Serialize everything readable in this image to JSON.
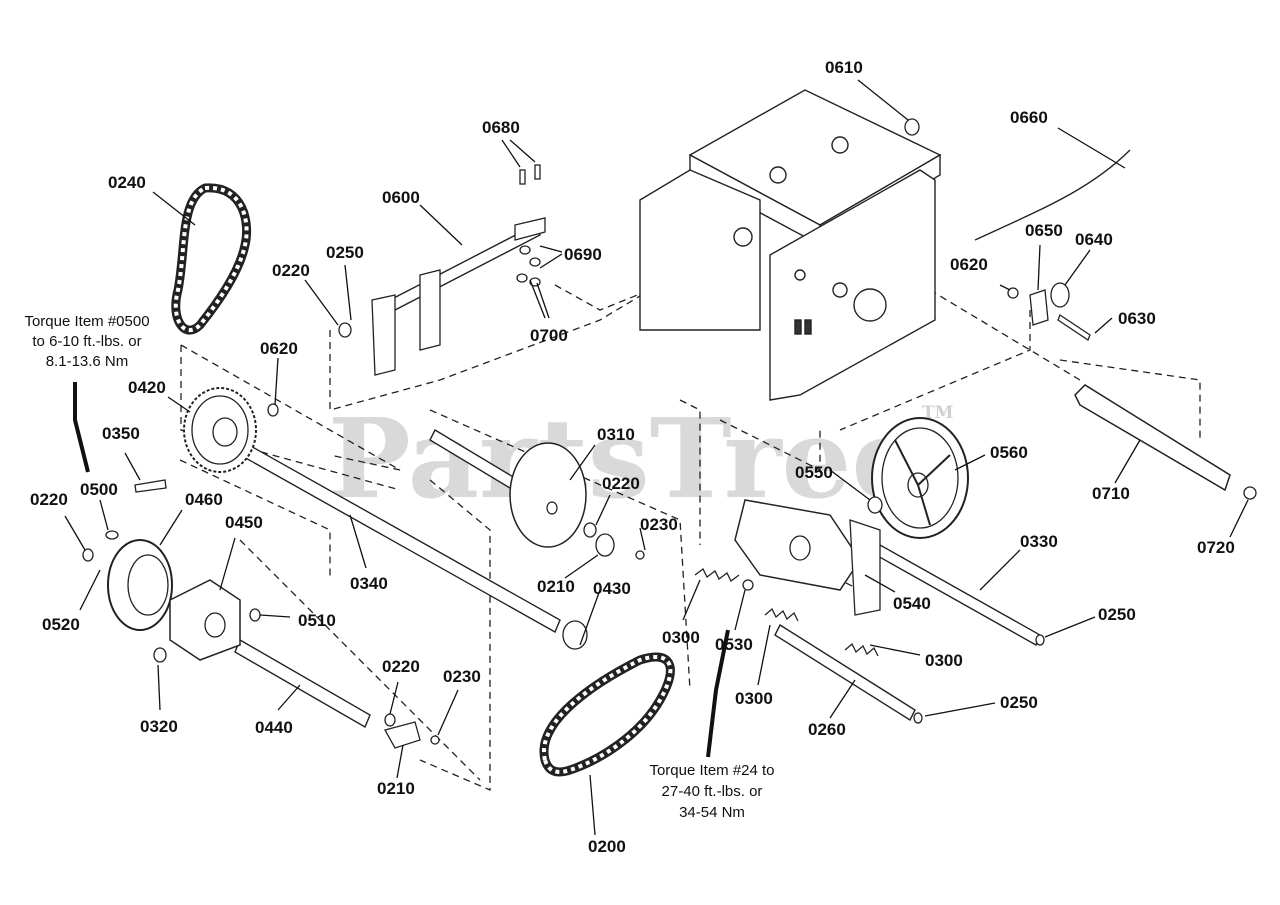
{
  "watermark": {
    "text": "PartsTree",
    "tm": "TM"
  },
  "callouts": {
    "c0610": "0610",
    "c0660": "0660",
    "c0680": "0680",
    "c0600": "0600",
    "c0240": "0240",
    "c0250a": "0250",
    "c0220a": "0220",
    "c0690": "0690",
    "c0650": "0650",
    "c0640": "0640",
    "c0620a": "0620",
    "c0630": "0630",
    "c0700": "0700",
    "c0620b": "0620",
    "c0420": "0420",
    "c0350": "0350",
    "c0500": "0500",
    "c0220b": "0220",
    "c0460": "0460",
    "c0450": "0450",
    "c0520": "0520",
    "c0510": "0510",
    "c0340": "0340",
    "c0310": "0310",
    "c0220c": "0220",
    "c0230a": "0230",
    "c0210a": "0210",
    "c0430": "0430",
    "c0320": "0320",
    "c0440": "0440",
    "c0220d": "0220",
    "c0230b": "0230",
    "c0210b": "0210",
    "c0200": "0200",
    "c0300a": "0300",
    "c0530": "0530",
    "c0300b": "0300",
    "c0300c": "0300",
    "c0550": "0550",
    "c0560": "0560",
    "c0710": "0710",
    "c0720": "0720",
    "c0540": "0540",
    "c0330": "0330",
    "c0250b": "0250",
    "c0260": "0260",
    "c0250c": "0250"
  },
  "notes": {
    "torque_left": [
      "Torque Item #0500",
      "to 6-10 ft.-lbs. or",
      "8.1-13.6 Nm"
    ],
    "torque_bottom": [
      "Torque Item #24 to",
      "27-40 ft.-lbs. or",
      "34-54 Nm"
    ]
  }
}
